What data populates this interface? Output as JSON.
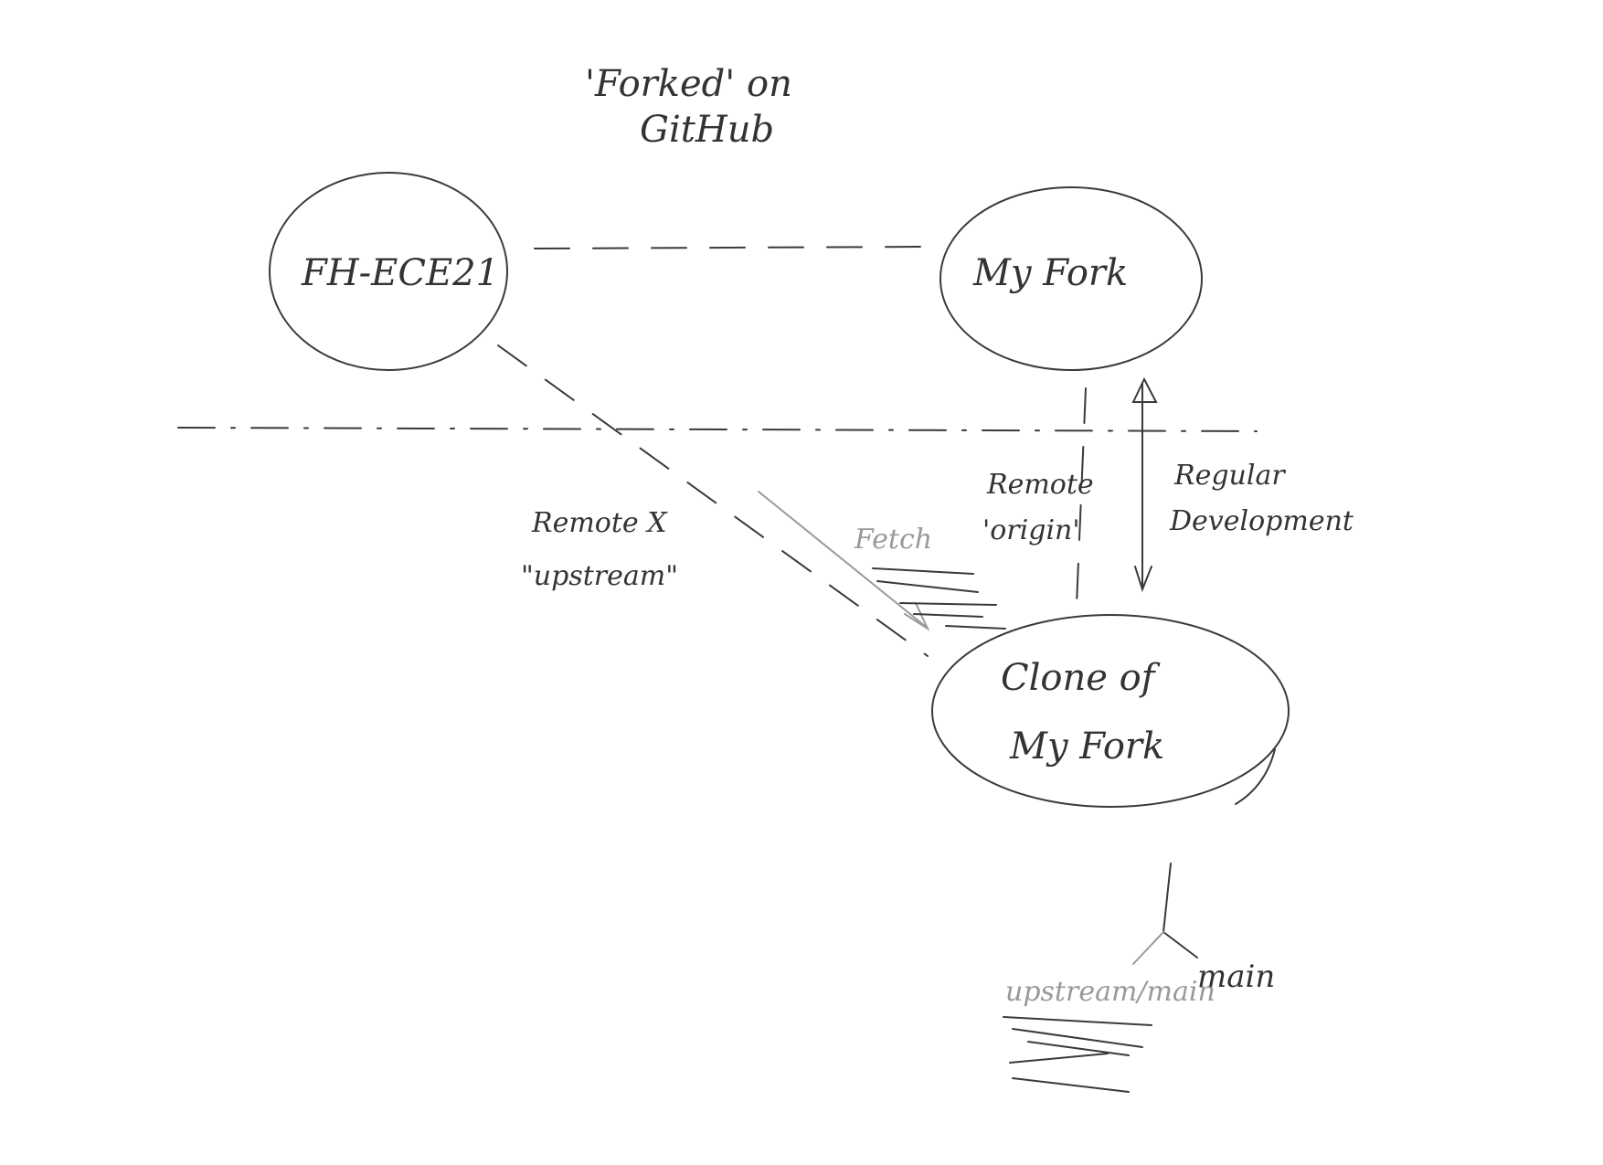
{
  "title": {
    "line1": "'Forked' on",
    "line2": "GitHub"
  },
  "nodes": {
    "upstream_repo": "FH-ECE21",
    "my_fork": "My Fork",
    "clone_line1": "Clone of",
    "clone_line2": "My Fork"
  },
  "edges": {
    "remote_upstream_line1": "Remote X",
    "remote_upstream_line2": "\"upstream\"",
    "remote_origin_line1": "Remote",
    "remote_origin_line2": "'origin'",
    "regular_dev_line1": "Regular",
    "regular_dev_line2": "Development",
    "fetch": "Fetch"
  },
  "branches": {
    "upstream_main": "upstream/main",
    "main": "main"
  },
  "colors": {
    "ink": "#3a3a3a",
    "pencil_grey": "#9a9a9a"
  }
}
